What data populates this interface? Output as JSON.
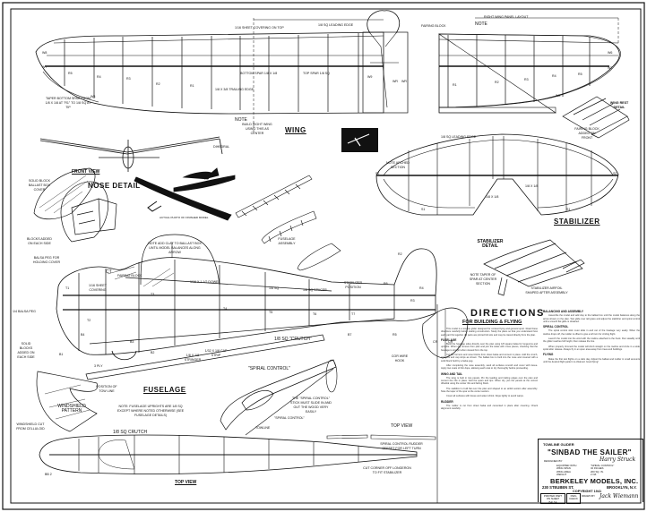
{
  "document": {
    "type": "model airplane plan",
    "colors": {
      "ink": "#111111",
      "paper": "#ffffff"
    }
  },
  "wing": {
    "title": "WING",
    "labels": {
      "sheet_covering": "1/16 SHEET COVERING ON TOP",
      "leading_edge": "1/8 SQ LEADING EDGE",
      "fairing_block": "FAIRING BLOCK",
      "right_panel_layout": "RIGHT WING PANEL LAYOUT",
      "note_top": "NOTE",
      "bottom_spar": "BOTTOM SPAR 1/8 x 1/8",
      "top_spar": "TOP SPAR 1/8 SQ",
      "trailing_edge": "1/8 x 3/8 TRAILING EDGE",
      "taper_note": "TAPER BOTTOM SPAR FROM 1/8 x 1/8 AT \"R1\" TO 1/8 SQ AT TIP",
      "note_bottom": "NOTE",
      "build_note": "BUILD RIGHT WING USING THIS AS CENTER",
      "wing_rest_detail": "WING REST DETAIL",
      "fairing_block_front": "FAIRING BLOCK ADDED ON FRONT"
    },
    "left_ribs": [
      "W8",
      "W7",
      "R5",
      "R4",
      "R3",
      "R2",
      "R1",
      "W8"
    ],
    "center_ribs": [
      "W9",
      "WR",
      "WR"
    ],
    "right_ribs": [
      "R1",
      "R2",
      "R3",
      "R4",
      "R5",
      "W6",
      "W7",
      "W8"
    ]
  },
  "front_view": {
    "title": "FRONT VIEW",
    "dihedral": "DIHEDRAL"
  },
  "nose_detail": {
    "title": "NOSE DETAIL",
    "labels": {
      "ballast_cover": "SOLID BLOCK BALLAST BOX COVER",
      "blocks": "BLOCKS ADDED ON EACH SIDE",
      "balsa_peg": "BALSA PEG FOR HOLDING COVER"
    }
  },
  "photo_caption": "ACTUAL PHOTO OF FINISHED MODEL",
  "assembly": {
    "fuselage_assembly": "FUSELAGE ASSEMBLY"
  },
  "stabilizer": {
    "title": "STABILIZER",
    "leading_edge": "1/8 SQ LEADING EDGE",
    "note": "NOTE ARCHED SECTION",
    "ribs": [
      "S2",
      "S1",
      "S1",
      "S2"
    ],
    "spar": "1/8 x 1/8",
    "detail_title": "STABILIZER DETAIL",
    "detail_note1": "NOTE TAPER OF SPAR AT CENTER SECTION",
    "detail_note2": "STABILIZER AIRFOIL SHAPED AFTER ASSEMBLY"
  },
  "fuselage": {
    "title": "FUSELAGE",
    "note_ballast": "NOTE ADD CLAY TO BALLAST BOX UNTIL MODEL BALANCES ALONG ARROW",
    "labels": {
      "ct": "CT",
      "fairing_block": "FAIRING BLOCK",
      "sheet_covering": "1/16 SHEET COVERING",
      "balsa_peg": "1/4 BALSA PEG",
      "solid_blocks": "SOLID BLOCKS ADDED ON EACH SIDE",
      "stringer": "1/8 x 1/8 STRINGER",
      "dowel": "1/16 x 1 1/2 DOWEL",
      "spiral_control": "\"SPIRAL CONTROL\"",
      "crutch": "1/8 SQ \"CRUTCH\"",
      "cap_strip": "1/32 x 1/8 CAP STRIP",
      "position_tow": "POSITION OF TOW LINE",
      "ply": "3 PLY",
      "stabilizer_position": "STABILIZER POSITION",
      "cor_wire_hook": "COR WIRE HOOK",
      "note": "NOTE: FUSELAGE UPRIGHTS ARE 1/8 SQ EXCEPT WHERE NOTED OTHERWISE (SEE FUSELAGE DETAILS)",
      "sq": "1/8 SQ",
      "sq_spacer": "1/8 SQ SPACER"
    },
    "stations": [
      "T1",
      "T2",
      "T3",
      "T4",
      "T5",
      "T6",
      "T7",
      "B1",
      "B2",
      "B3",
      "B4",
      "B7",
      "R2",
      "R3",
      "R4",
      "R5",
      "R6"
    ],
    "rudder_labels": [
      "CR",
      "CR"
    ]
  },
  "windshield": {
    "title": "WINDSHIELD PATTERN",
    "note": "WINDSHIELD CUT FROM CELLULOID"
  },
  "top_view": {
    "title": "TOP VIEW",
    "crutch": "1/8 SQ CRUTCH",
    "label_b": "BB 2"
  },
  "spiral_control": {
    "title": "\"SPIRAL CONTROL\"",
    "note": "THE \"SPIRAL CONTROL\" STICK MUST SLIDE IN AND OUT THE WOOD VERY EASILY",
    "towline": "TOWLINE",
    "rudder_top_view": "TOP VIEW",
    "rudder_note": "SPIRAL CONTROL RUDDER OFFSET FOR LEFT TURN",
    "cut_note": "CUT CORNER OFF LONGERON TO FIT STABILIZER"
  },
  "directions": {
    "title": "DIRECTIONS",
    "subtitle": "FOR BUILDING & FLYING",
    "sections": [
      {
        "heading": "",
        "text": "This model is a towline glider designed for contest flying and general sport. Read these directions carefully before starting construction. Study the plans so that you understand how each part fits together. All parts are printed full size and may be traced directly from the plan."
      },
      {
        "heading": "FUSELAGE",
        "text": "Build the fuselage sides directly over the plan using 1/8 square balsa for longerons and uprights. When dry remove from plan and join the sides with cross pieces, checking that the fuselage is straight when viewed from the top."
      },
      {
        "heading": "",
        "text": "Cut the formers and nose blocks from sheet balsa and cement in place. Add the crutch, stringers and cap strips as shown. The ballast box is built into the nose and covered with a solid block held by a balsa peg."
      },
      {
        "heading": "",
        "text": "After completing the nose assembly, sand all surfaces smooth and cover with tissue. Apply two coats of thin dope, allowing each coat to dry thoroughly before proceeding."
      },
      {
        "heading": "WING AND TAIL",
        "text": "The wing is built in two panels. Pin the leading and trailing edges over the plan and cement the ribs in place. Add the spars and tips. When dry, join the panels at the correct dihedral using the center ribs and fairing block."
      },
      {
        "heading": "",
        "text": "The stabilizer is built flat over the plan and shaped to an airfoil section after assembly. Note the taper of the spar at the center section."
      },
      {
        "heading": "",
        "text": "Cover all surfaces with tissue and water shrink. Dope lightly to avoid warps."
      },
      {
        "heading": "RUDDER",
        "text": "The rudder is cut from sheet balsa and cemented in place after covering. Check alignment carefully."
      },
      {
        "heading": "BALANCING AND ASSEMBLY",
        "text": "Assemble the model and add clay to the ballast box until the model balances along the arrow shown on the plan. Test glide over tall grass and adjust the stabilizer and spiral control until a smooth flat glide is obtained."
      },
      {
        "heading": "SPIRAL CONTROL",
        "text": "The spiral control stick must slide in and out of the fuselage very easily. When the towline drops off, the rudder is offset to give a left turn for circling flight."
      },
      {
        "heading": "",
        "text": "Launch the model into the wind with the towline attached to the hook. Run steadily until the glider reaches full height, then release the line."
      },
      {
        "heading": "",
        "text": "When properly trimmed the model will climb straight on the towline and circle in a wide spiral after release. Always fly in an open area away from trees and buildings."
      },
      {
        "heading": "FLYING",
        "text": "Make the first test flights on a calm day. Adjust the ballast and rudder in small amounts until the desired flight pattern is obtained. Good flying!"
      }
    ]
  },
  "title_block": {
    "type_label": "TOWLINE GLIDER",
    "name": "\"SINBAD THE SAILER\"",
    "designed_by_label": "DESIGNED BY",
    "designer_signature": "Harry Struck",
    "specs": [
      {
        "label": "EQUIPPED WITH",
        "value": "\"SPIRAL CONTROL\""
      },
      {
        "label": "WING SPAN",
        "value": "32 INCHES"
      },
      {
        "label": "WING AREA",
        "value": "200 SQ. IN."
      },
      {
        "label": "WEIGHT",
        "value": "2 OZ."
      }
    ],
    "company": "BERKELEY MODELS, INC.",
    "address": "230 STEUBEN ST.",
    "city": "BROOKLYN, N.Y.",
    "copyright": "COPYRIGHT 1941",
    "box1": "PRINTED PART ON SHEET BALSA",
    "box2": "DWG CHECK",
    "drawn_by_label": "DRAWN BY",
    "drawn_signature": "Jack Wiemann"
  }
}
